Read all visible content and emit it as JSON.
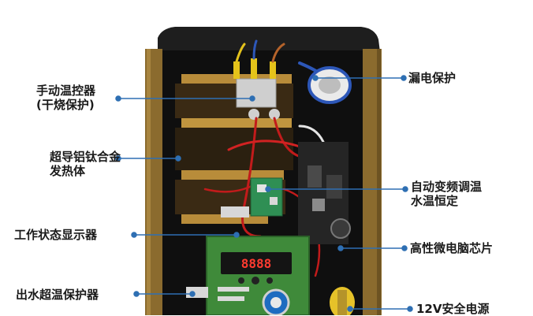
{
  "callouts": {
    "left": [
      {
        "line1": "手动温控器",
        "line2": "(干烧保护)"
      },
      {
        "line1": "超导铝钛合金",
        "line2": "发热体"
      },
      {
        "line1": "工作状态显示器",
        "line2": ""
      },
      {
        "line1": "出水超温保护器",
        "line2": ""
      }
    ],
    "right": [
      {
        "line1": "漏电保护",
        "line2": ""
      },
      {
        "line1": "自动变频调温",
        "line2": "水温恒定"
      },
      {
        "line1": "高性微电脑芯片",
        "line2": ""
      },
      {
        "line1": "12V安全电源",
        "line2": ""
      }
    ]
  },
  "display": {
    "digits": "8888"
  },
  "colors": {
    "line": "#2e6fb3",
    "dot": "#2e6fb3",
    "casing": "#1c1c1c",
    "trim": "#8a6a2c",
    "board": "#3f8a3a"
  }
}
